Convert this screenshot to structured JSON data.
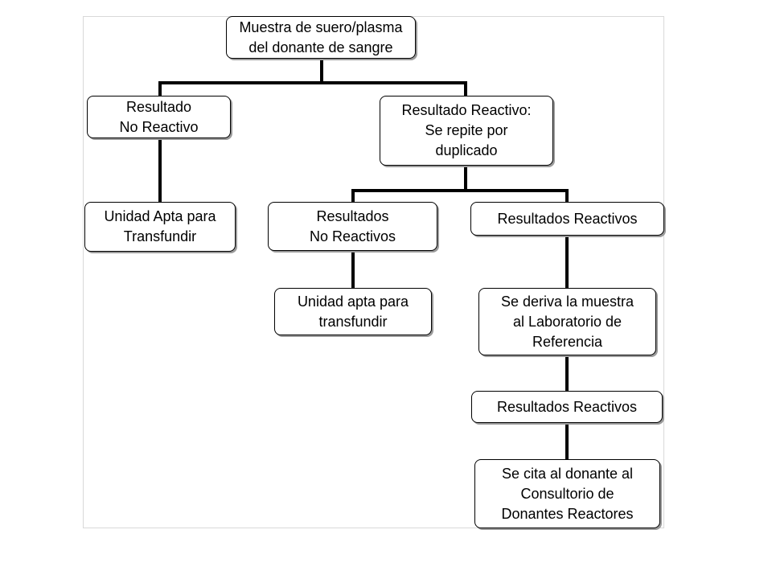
{
  "flowchart": {
    "nodes": [
      {
        "id": "sample",
        "lines": [
          "Muestra de suero/plasma",
          "del donante de sangre"
        ]
      },
      {
        "id": "non-reactive",
        "lines": [
          "Resultado",
          "No Reactivo"
        ]
      },
      {
        "id": "reactive",
        "lines": [
          "Resultado Reactivo:",
          "Se repite por",
          "duplicado"
        ]
      },
      {
        "id": "apt-unit-1",
        "lines": [
          "Unidad Apta para",
          "Transfundir"
        ]
      },
      {
        "id": "non-reactive-results",
        "lines": [
          "Resultados",
          "No Reactivos"
        ]
      },
      {
        "id": "reactive-results-1",
        "lines": [
          "Resultados Reactivos"
        ]
      },
      {
        "id": "apt-unit-2",
        "lines": [
          "Unidad apta para",
          "transfundir"
        ]
      },
      {
        "id": "reference-lab",
        "lines": [
          "Se deriva la muestra",
          "al Laboratorio de",
          "Referencia"
        ]
      },
      {
        "id": "reactive-results-2",
        "lines": [
          "Resultados Reactivos"
        ]
      },
      {
        "id": "donor-cited",
        "lines": [
          "Se cita al donante al",
          "Consultorio de",
          "Donantes Reactores"
        ]
      }
    ],
    "edges": [
      [
        "sample",
        "non-reactive"
      ],
      [
        "sample",
        "reactive"
      ],
      [
        "non-reactive",
        "apt-unit-1"
      ],
      [
        "reactive",
        "non-reactive-results"
      ],
      [
        "reactive",
        "reactive-results-1"
      ],
      [
        "non-reactive-results",
        "apt-unit-2"
      ],
      [
        "reactive-results-1",
        "reference-lab"
      ],
      [
        "reference-lab",
        "reactive-results-2"
      ],
      [
        "reactive-results-2",
        "donor-cited"
      ]
    ]
  }
}
